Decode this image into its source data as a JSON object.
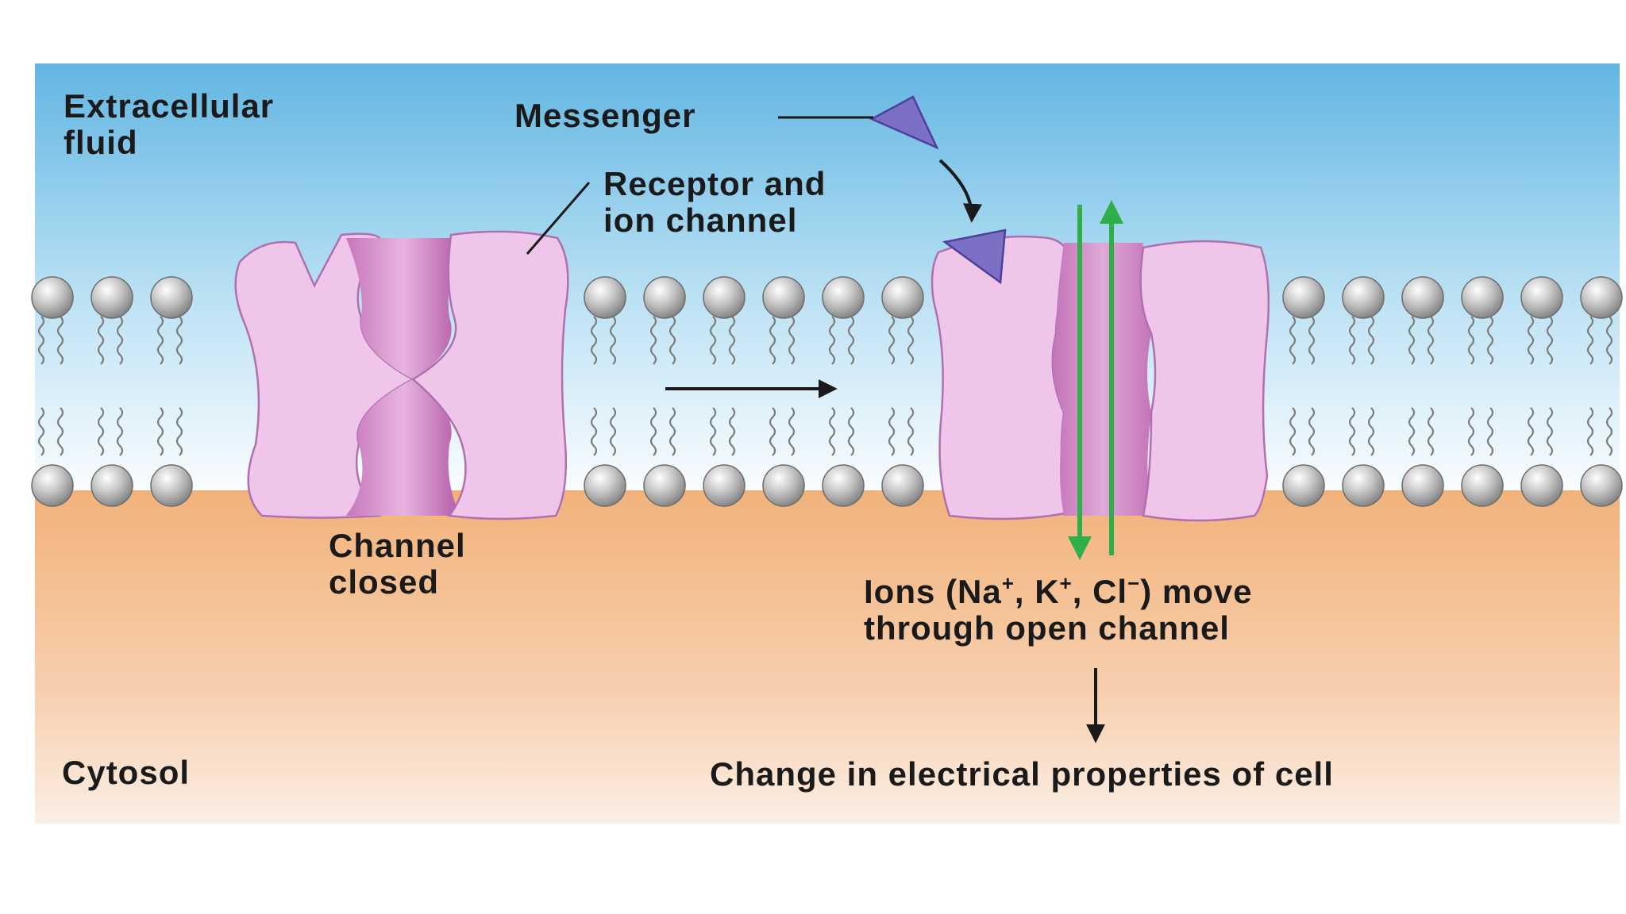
{
  "labels": {
    "extracellular_line1": "Extracellular",
    "extracellular_line2": "fluid",
    "messenger": "Messenger",
    "receptor_line1": "Receptor and",
    "receptor_line2": "ion channel",
    "channel_closed_line1": "Channel",
    "channel_closed_line2": "closed",
    "ions_prefix": "Ions (Na",
    "ions_sup_na": "+",
    "ions_sep_k": ", K",
    "ions_sup_k": "+",
    "ions_sep_cl": ", Cl",
    "ions_sup_cl": "−",
    "ions_suffix": ") move",
    "ions_line2": "through open channel",
    "cytosol": "Cytosol",
    "result": "Change in electrical properties of cell"
  },
  "colors": {
    "sky_top": "#62b6e2",
    "sky_bottom": "#ffffff",
    "cytosol_top": "#f2b27a",
    "cytosol_bottom": "#fbe9dc",
    "protein_fill": "#efc6ea",
    "protein_stroke": "#b070b0",
    "pore": "#b85cad",
    "messenger": "#7b6fc6",
    "ion_arrow": "#2fae4a",
    "lipid_head": "#b4b4b4"
  },
  "state": {
    "left_channel": "closed",
    "right_channel": "open",
    "messenger_bound": true
  }
}
